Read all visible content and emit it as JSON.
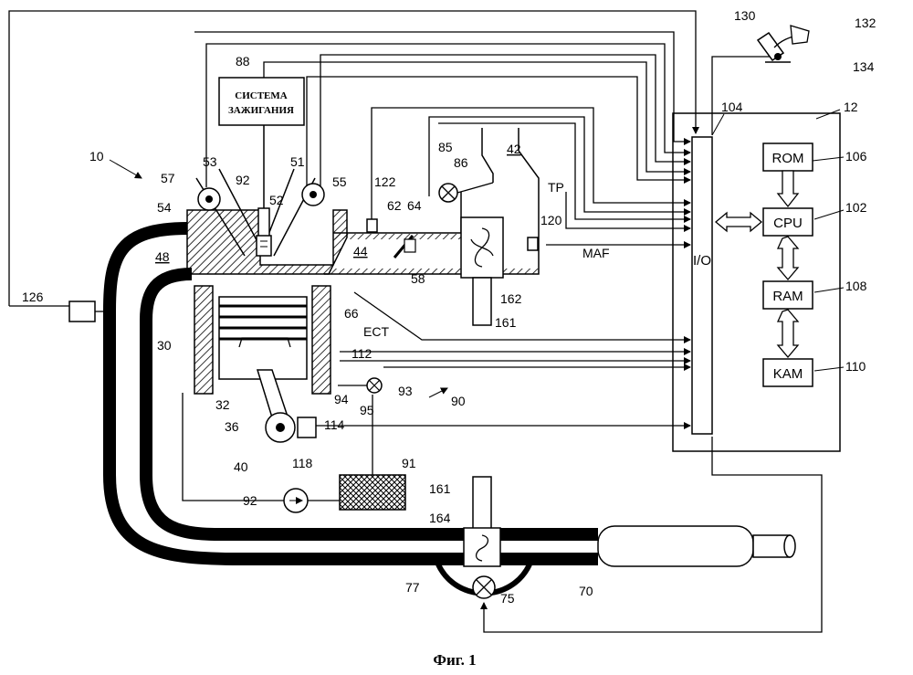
{
  "labels": {
    "n10": "10",
    "n12": "12",
    "n30": "30",
    "n32": "32",
    "n36": "36",
    "n40": "40",
    "n42": "42",
    "n44": "44",
    "n48": "48",
    "n51": "51",
    "n52": "52",
    "n53": "53",
    "n54": "54",
    "n55": "55",
    "n57": "57",
    "n58": "58",
    "n62": "62",
    "n64": "64",
    "n66": "66",
    "n70": "70",
    "n75": "75",
    "n77": "77",
    "n85": "85",
    "n86": "86",
    "n88": "88",
    "n90": "90",
    "n91": "91",
    "n92a": "92",
    "n92b": "92",
    "n93": "93",
    "n94": "94",
    "n95": "95",
    "n102": "102",
    "n104": "104",
    "n106": "106",
    "n108": "108",
    "n110": "110",
    "n112": "112",
    "n114": "114",
    "n118": "118",
    "n120": "120",
    "n122": "122",
    "n126": "126",
    "n130": "130",
    "n132": "132",
    "n134": "134",
    "n161a": "161",
    "n161b": "161",
    "n162": "162",
    "n164": "164",
    "tp": "TP",
    "maf": "MAF",
    "ect": "ECT"
  },
  "blocks": {
    "rom": "ROM",
    "cpu": "CPU",
    "ram": "RAM",
    "kam": "KAM",
    "io": "I/O",
    "ignition_line1": "СИСТЕМА",
    "ignition_line2": "ЗАЖИГАНИЯ"
  },
  "caption": "Фиг. 1"
}
